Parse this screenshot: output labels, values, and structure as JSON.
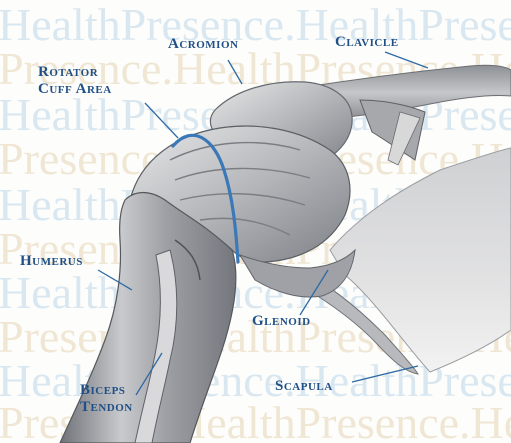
{
  "watermark": {
    "brand": "HealthPresence",
    "rows": [
      "HealthPresence.HealthPresence",
      "Presence.HealthPresence.Health",
      "HealthPresence.HealthPresence",
      "Presence.HealthPresence.Health",
      "HealthPresence.HealthPresence",
      "Presence.HealthPresence.Health",
      "HealthPresence.HealthPresence",
      "Presence.HealthPresence.Health",
      "HealthPresence.HealthPresence",
      "Presence.HealthPresence.Health"
    ]
  },
  "labels": {
    "acromion": "Acromion",
    "clavicle": "Clavicle",
    "rotator_cuff_line1": "Rotator",
    "rotator_cuff_line2": "Cuff Area",
    "humerus": "Humerus",
    "glenoid": "Glenoid",
    "biceps_line1": "Biceps",
    "biceps_line2": "Tendon",
    "scapula": "Scapula"
  },
  "colors": {
    "label_text": "#1f4f86",
    "leader_line": "#2f6aa3",
    "rotator_cuff_arc": "#3b78b8",
    "watermark_blue": "#d9e7f1",
    "watermark_tan": "#f0e6d4",
    "bone_shadow": "#6f7278",
    "bone_mid": "#a9abb0",
    "bone_light": "#e6e6e6"
  }
}
